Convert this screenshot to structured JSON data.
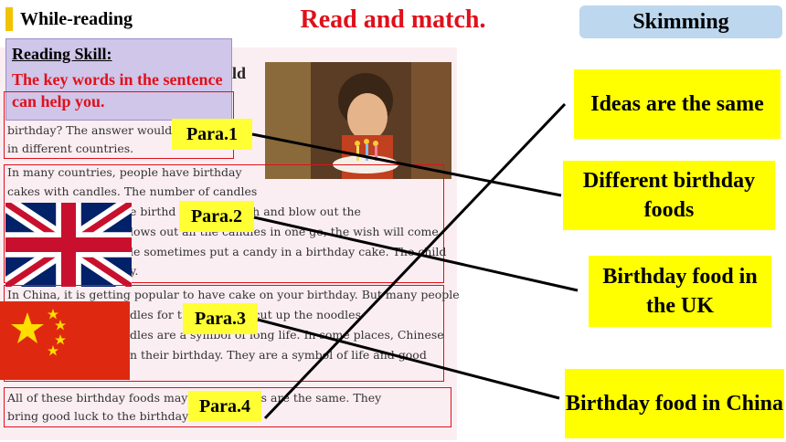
{
  "header": {
    "section": "While-reading",
    "title": "Read and match.",
    "badge": "Skimming"
  },
  "reading_skill": {
    "heading": "Reading Skill:",
    "text": "The key words in the sentence can help you."
  },
  "document": {
    "title_fragment": "rld",
    "para1_lines": [
      "birthday? The answer would",
      "in different countries."
    ],
    "para2_lines": [
      "In many countries, people have birthday",
      "cakes with candles. The number of candles",
      "e birthd          t make a wish and blow out the",
      "lows out all the candles in one go, the wish will come",
      "le sometimes put a candy in a birthday cake. The child",
      "y."
    ],
    "para3_lines": [
      "In China, it is getting popular to have cake on your birthday. But many people",
      "dles for t          They never cut up the noodles",
      "dles are a symbol of long life. In some places, Chinese",
      "n their birthday. They are a symbol of life and good"
    ],
    "para4_lines": [
      "All of these birthday foods may           but the ideas are the same. They",
      "bring good luck to the birthday"
    ]
  },
  "para_tags": [
    "Para.1",
    "Para.2",
    "Para.3",
    "Para.4"
  ],
  "answers": [
    "Ideas are the same",
    "Different birthday foods",
    "Birthday food in the UK",
    "Birthday food in China"
  ],
  "colors": {
    "accent_red": "#e0101a",
    "tag_yellow": "#ffff33",
    "answer_yellow": "#ffff00",
    "skim_blue": "#bcd7ee",
    "skill_purple": "#cfc6ea"
  },
  "icons": [
    "uk-flag-icon",
    "china-flag-icon",
    "birthday-photo"
  ]
}
